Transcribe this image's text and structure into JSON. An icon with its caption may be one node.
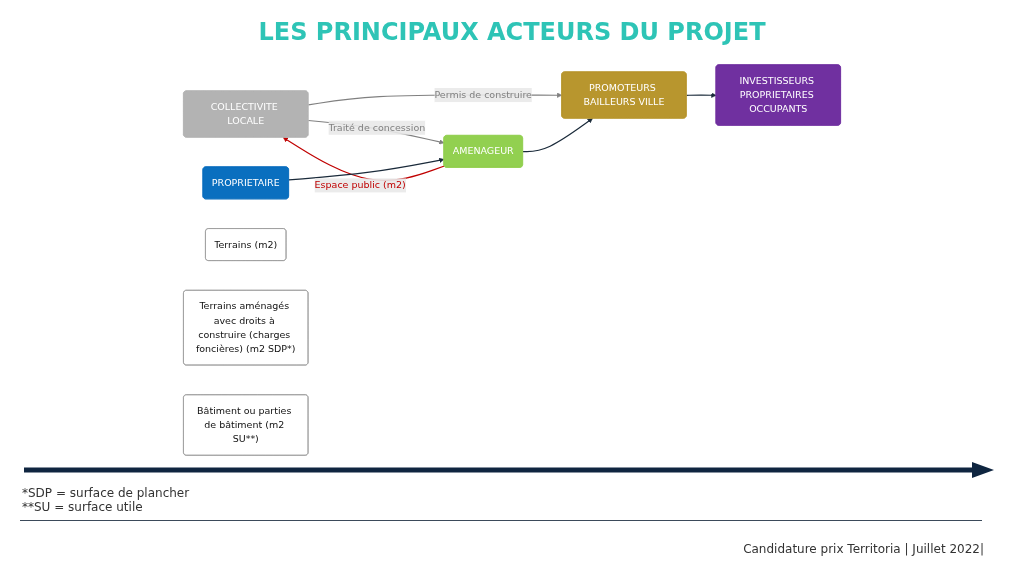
{
  "diagram": {
    "title": "LES PRINCIPAUX ACTEURS DU PROJET",
    "nodes": [
      {
        "text": [
          "COLLECTIVITE LOCALE"
        ]
      },
      {
        "text": [
          "PROPRIETAIRE"
        ]
      },
      {
        "text": [
          "AMENAGEUR"
        ]
      },
      {
        "text": [
          "PROMOTEURS BAILLEURS VILLE"
        ]
      },
      {
        "text": [
          "INVESTISSEURS PROPRIETAIRES OCCUPANTS"
        ]
      },
      {
        "text": [
          "Terrains (m2)"
        ]
      },
      {
        "text": [
          "Terrains aménagés avec droits à construire (charges foncières) (m2 SDP*)"
        ]
      },
      {
        "text": [
          "Bâtiment ou parties de bâtiment (m2 SU**)"
        ]
      }
    ],
    "edges": [
      {
        "from": 0,
        "to": 2,
        "arrow": "to",
        "label": "Traité de concession",
        "color": "#808080"
      },
      {
        "from": 2,
        "to": 0,
        "arrow": "to",
        "label": "Espace public (m2)",
        "color": "#c00000"
      },
      {
        "from": 0,
        "to": 3,
        "arrow": "to",
        "label": "Permis de construire",
        "color": "#808080"
      },
      {
        "from": 1,
        "to": 2,
        "arrow": "to"
      },
      {
        "from": 2,
        "to": 3,
        "arrow": "to"
      },
      {
        "from": 3,
        "to": 4,
        "arrow": "to"
      }
    ],
    "labels": [
      "*SDP = surface de plancher",
      "**SU = surface utile",
      "Candidature prix Territoria | Juillet 2022|"
    ]
  }
}
